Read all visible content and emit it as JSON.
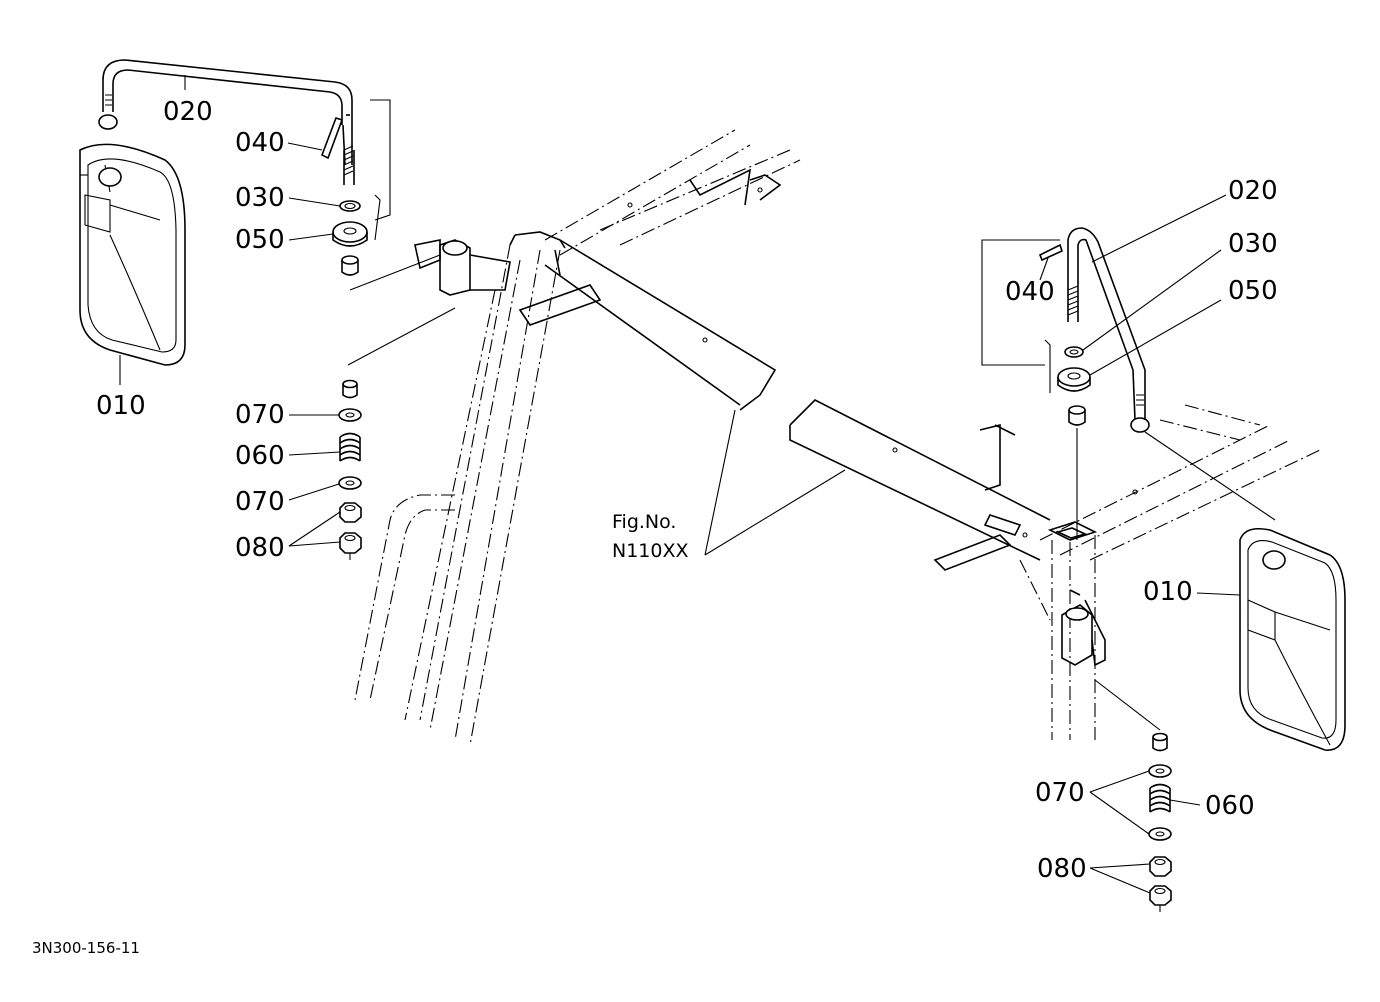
{
  "callouts": {
    "left_010": "010",
    "left_020": "020",
    "left_030": "030",
    "left_040": "040",
    "left_050": "050",
    "left_060": "060",
    "left_070_upper": "070",
    "left_070_lower": "070",
    "left_080": "080",
    "right_010": "010",
    "right_020": "020",
    "right_030": "030",
    "right_040": "040",
    "right_050": "050",
    "right_060": "060",
    "right_070": "070",
    "right_080": "080"
  },
  "figure_reference": {
    "line1": "Fig.No.",
    "line2": "N110XX"
  },
  "document_id": "3N300-156-11"
}
